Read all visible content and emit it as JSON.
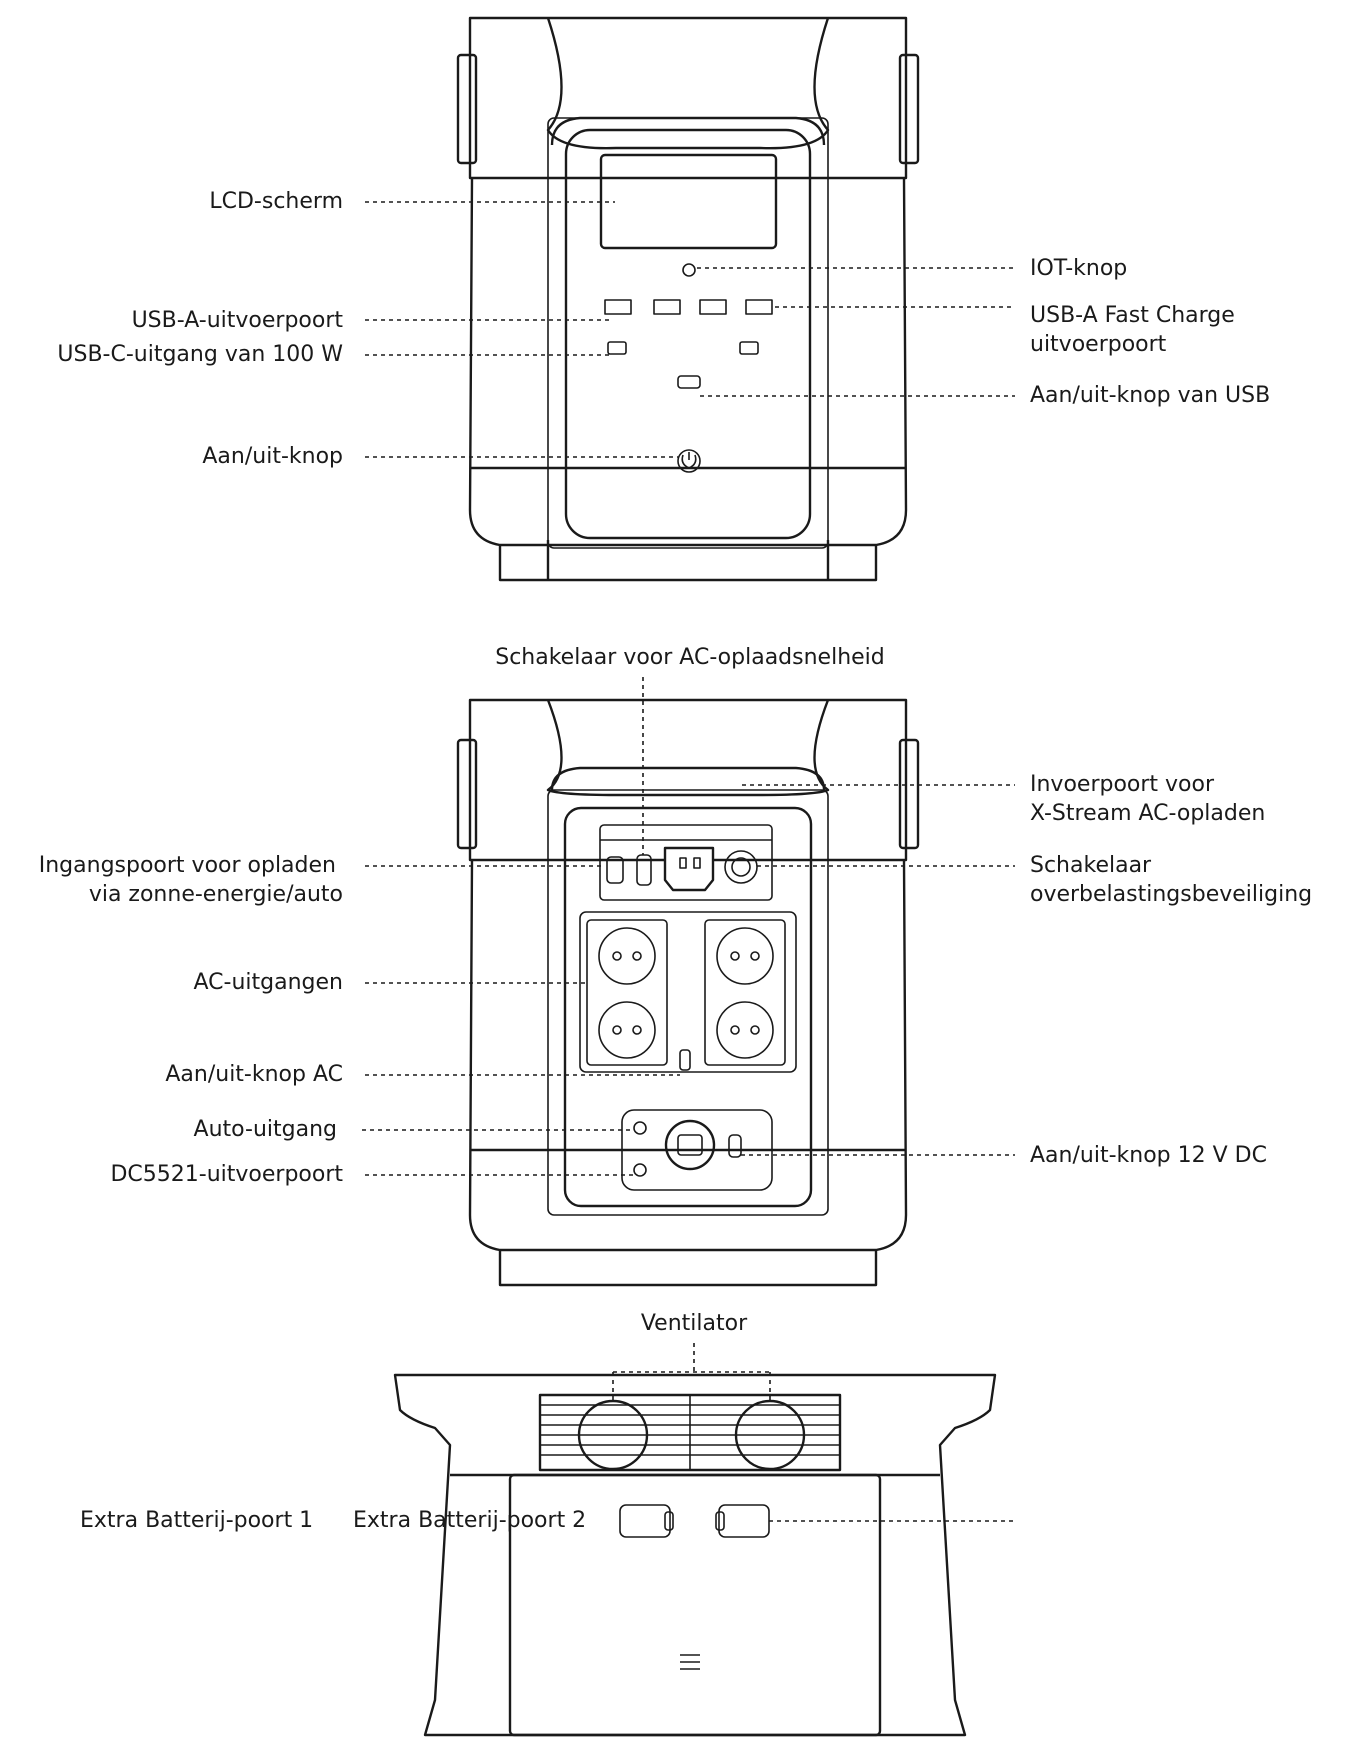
{
  "front": {
    "lcd_screen": "LCD-scherm",
    "iot_button": "IOT-knop",
    "usb_a_output": "USB-A-uitvoerpoort",
    "usb_a_fast_line1": "USB-A Fast Charge",
    "usb_a_fast_line2": "uitvoerpoort",
    "usb_c_output": "USB-C-uitgang van 100 W",
    "usb_power_button": "Aan/uit-knop van USB",
    "power_button": "Aan/uit-knop"
  },
  "rear": {
    "ac_charge_speed_switch": "Schakelaar voor AC-oplaadsnelheid",
    "xstream_line1": "Invoerpoort voor",
    "xstream_line2": "X-Stream AC-opladen",
    "solar_line1": "Ingangspoort voor opladen",
    "solar_line2": "via zonne-energie/auto",
    "overload_line1": "Schakelaar",
    "overload_line2": "overbelastingsbeveiliging",
    "ac_outputs": "AC-uitgangen",
    "ac_power_button": "Aan/uit-knop AC",
    "car_output": "Auto-uitgang",
    "dc5521_output": "DC5521-uitvoerpoort",
    "dc12v_button": "Aan/uit-knop 12 V DC"
  },
  "bottom": {
    "fan": "Ventilator",
    "extra_battery_1": "Extra Batterij-poort 1",
    "extra_battery_2": "Extra Batterij-poort 2"
  }
}
